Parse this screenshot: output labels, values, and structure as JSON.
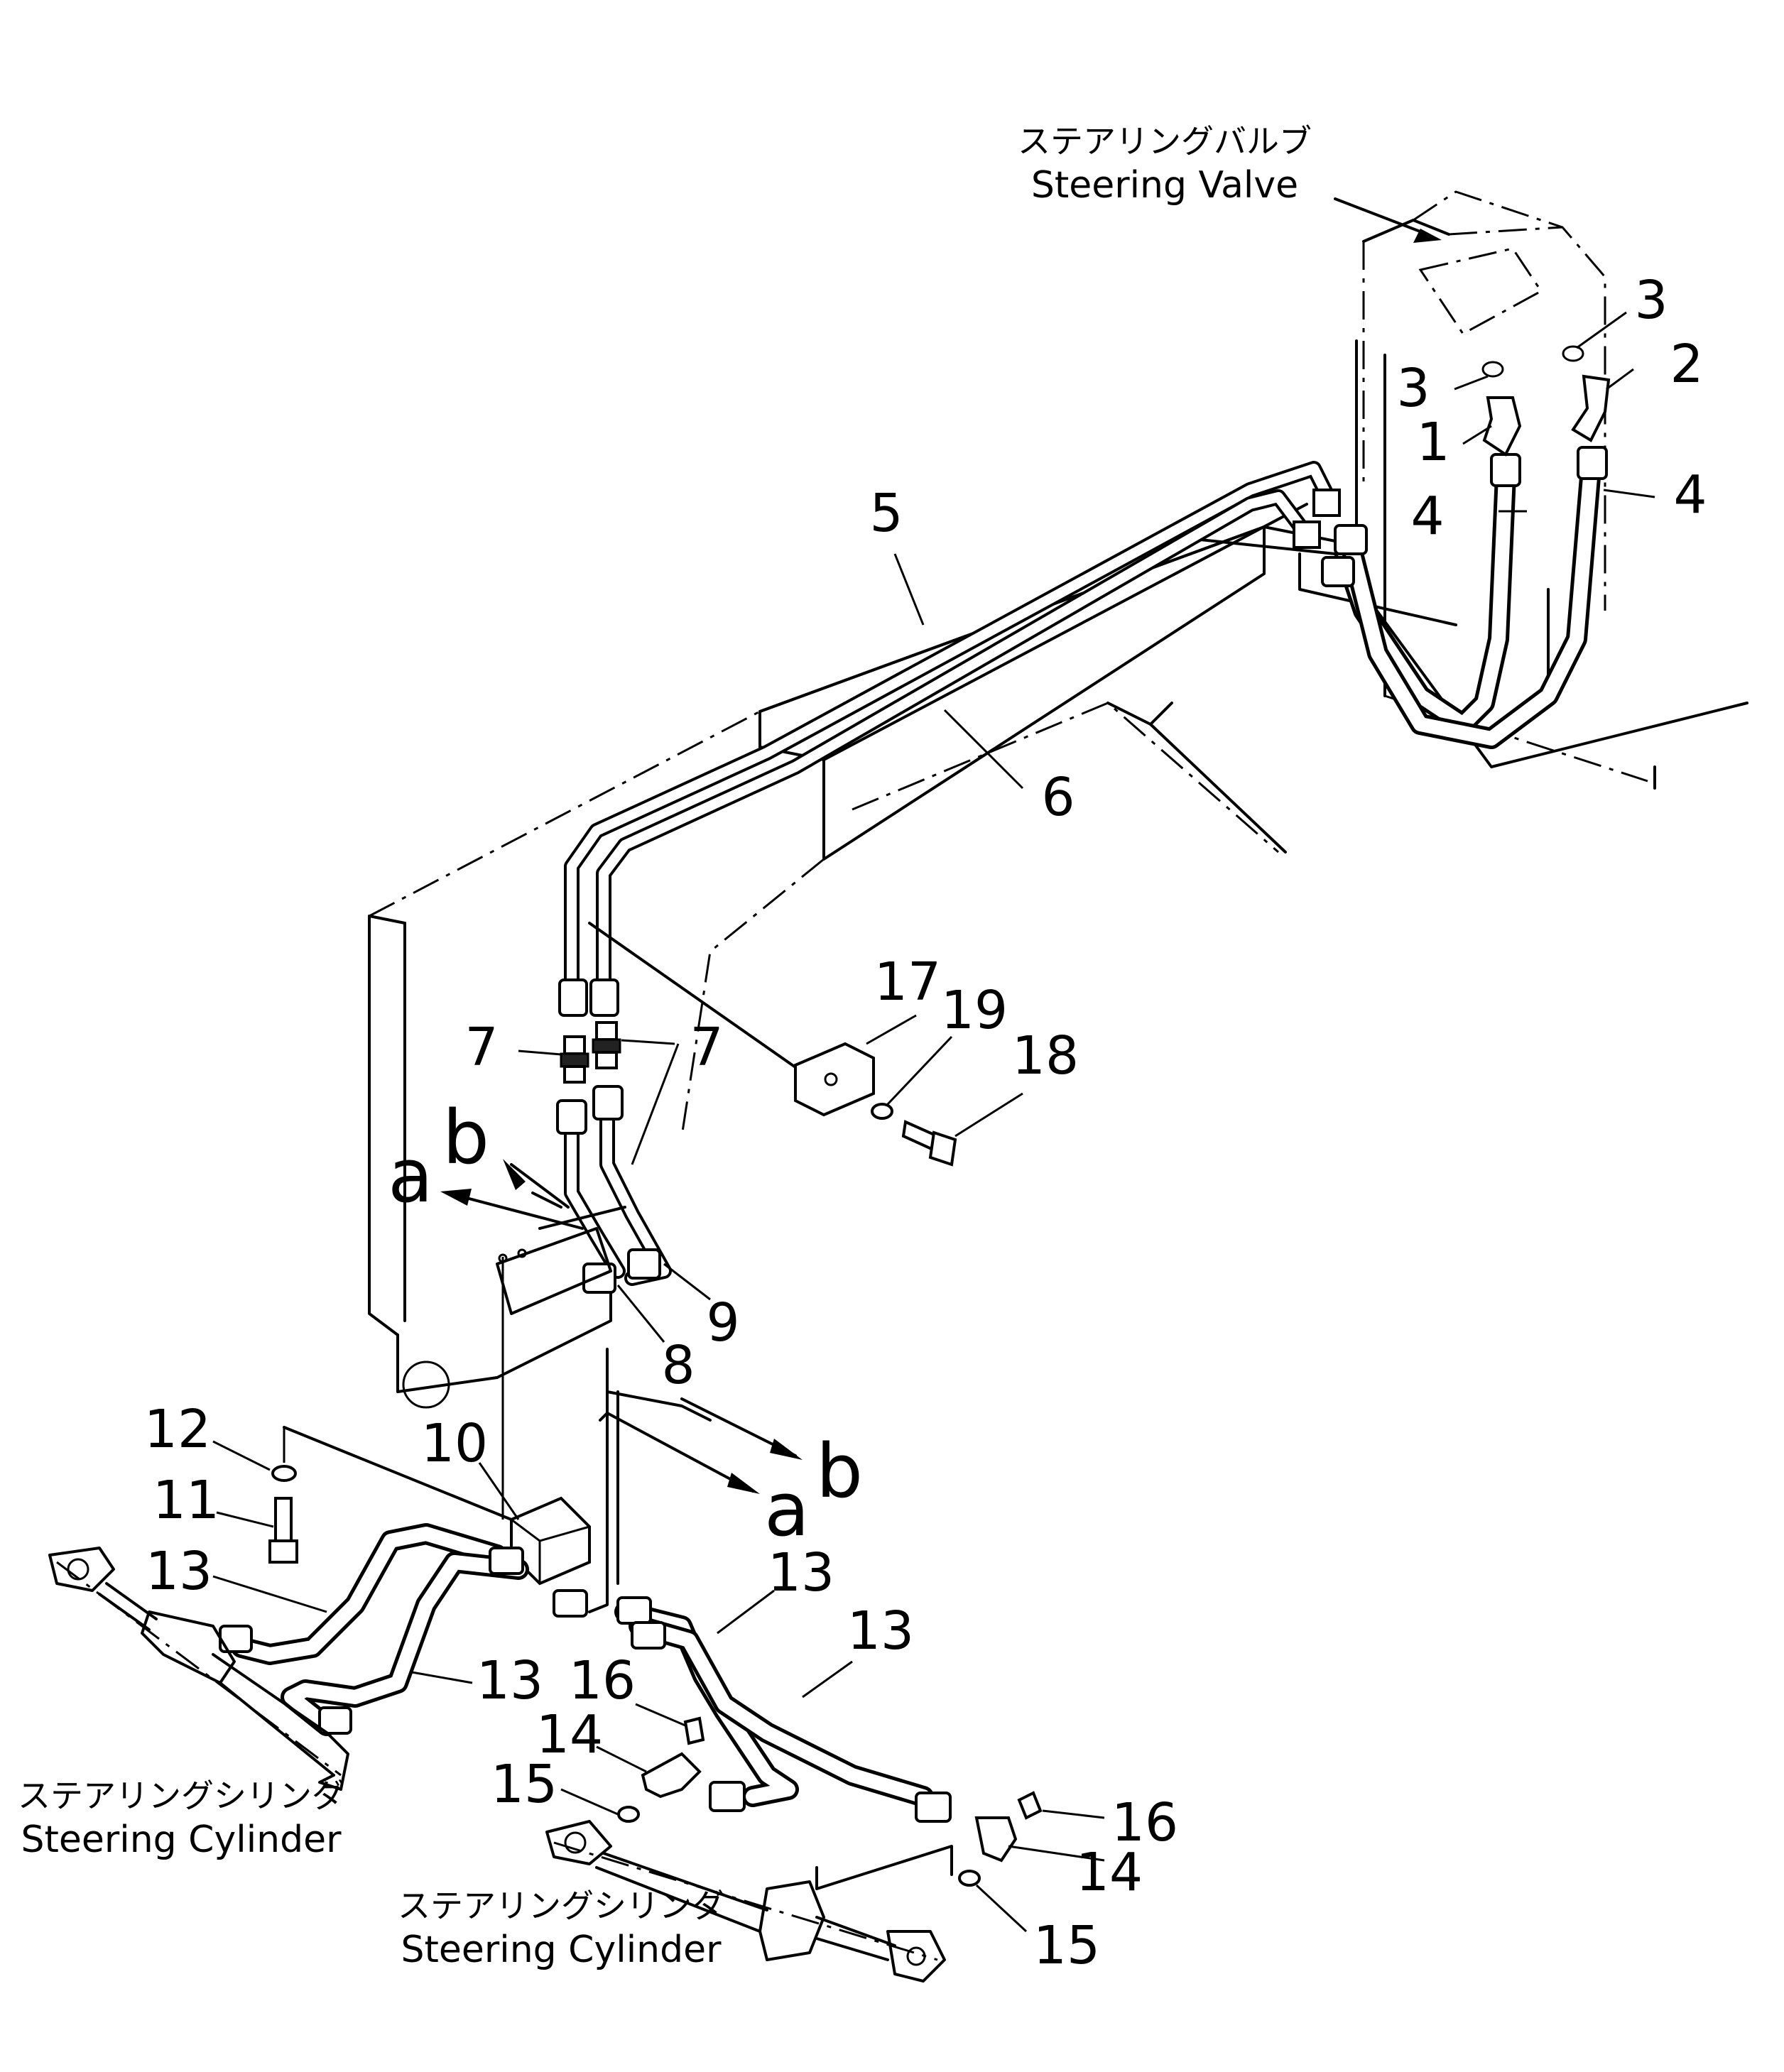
{
  "captions": {
    "steering_valve_jp": "ステアリングバルブ",
    "steering_valve_en": "Steering Valve",
    "cylinder_left_jp": "ステアリングシリンダ",
    "cylinder_left_en": "Steering Cylinder",
    "cylinder_bottom_jp": "ステアリングシリンダ",
    "cylinder_bottom_en": "Steering Cylinder"
  },
  "callouts": {
    "p1": "1",
    "p2": "2",
    "p3a": "3",
    "p3b": "3",
    "p4a": "4",
    "p4b": "4",
    "p5": "5",
    "p6": "6",
    "p7a": "7",
    "p7b": "7",
    "p8": "8",
    "p9": "9",
    "p10": "10",
    "p11": "11",
    "p12": "12",
    "p13a": "13",
    "p13b": "13",
    "p13c": "13",
    "p13d": "13",
    "p14a": "14",
    "p14b": "14",
    "p15a": "15",
    "p15b": "15",
    "p16a": "16",
    "p16b": "16",
    "p17": "17",
    "p18": "18",
    "p19": "19"
  },
  "section_marks": {
    "a_top": "a",
    "b_top": "b",
    "a_bottom": "a",
    "b_bottom": "b"
  }
}
